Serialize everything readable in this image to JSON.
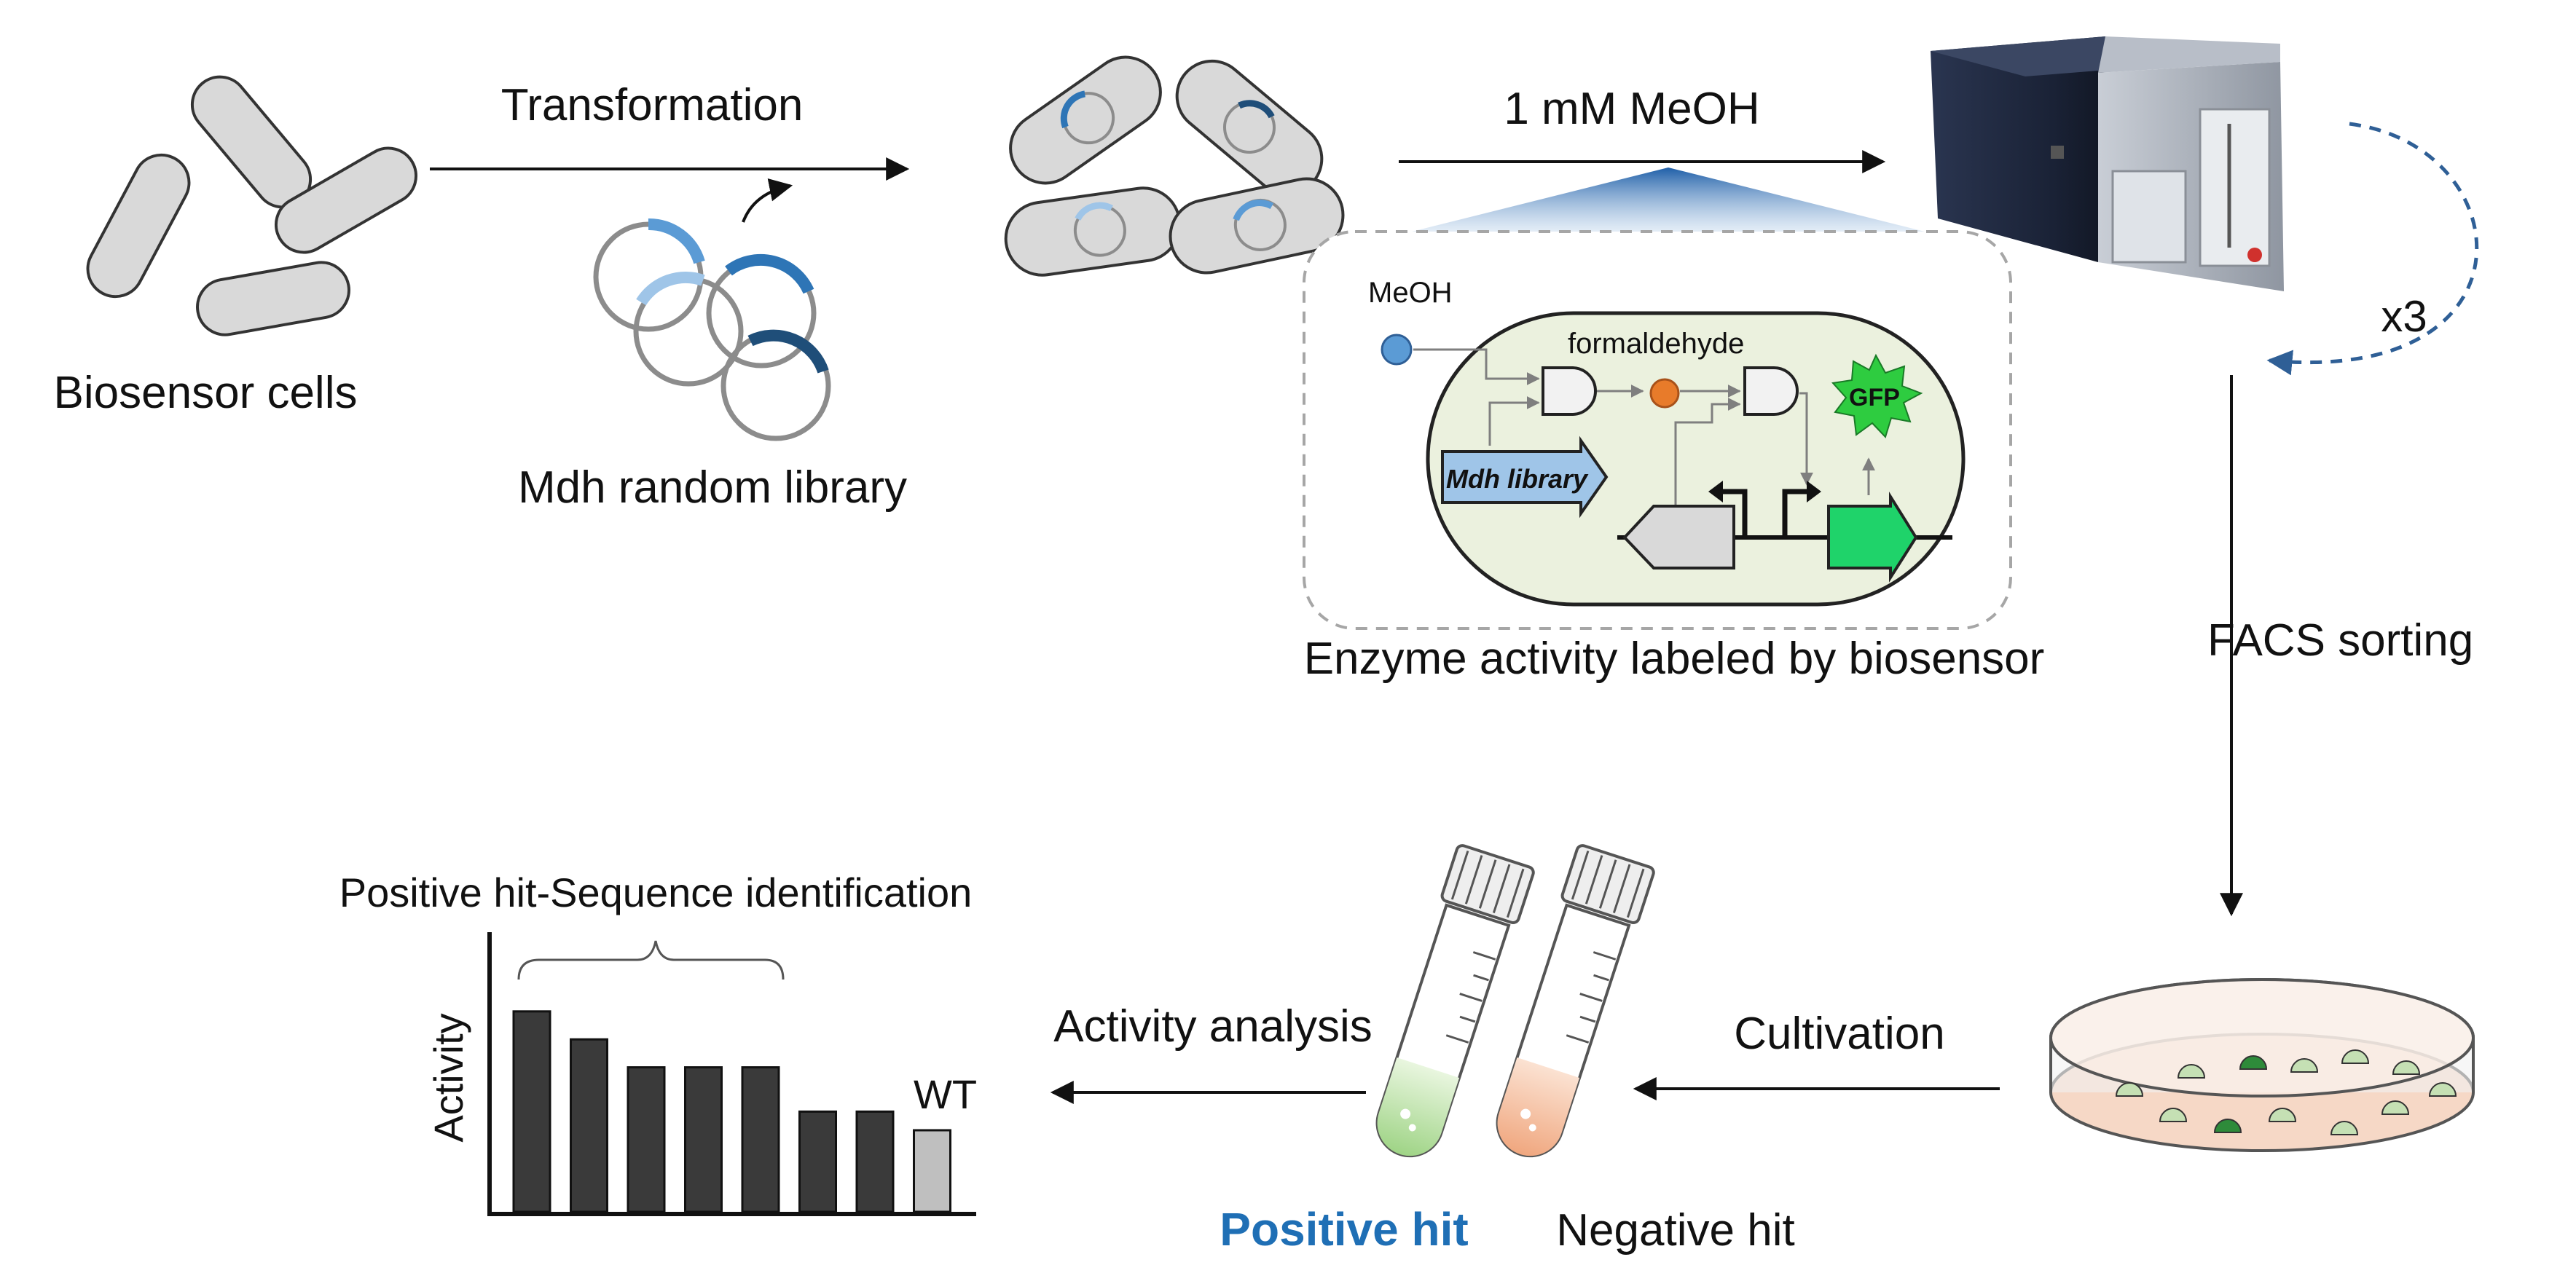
{
  "labels": {
    "biosensor_cells": "Biosensor cells",
    "transformation": "Transformation",
    "mdh_random_library": "Mdh random library",
    "methanol_condition": "1 mM MeOH",
    "repeat": "x3",
    "facs_sorting": "FACS sorting",
    "enzyme_activity": "Enzyme activity labeled by biosensor",
    "cultivation": "Cultivation",
    "activity_analysis": "Activity analysis",
    "positive_hit": "Positive hit",
    "negative_hit": "Negative hit",
    "sequence_identification": "Positive hit-Sequence identification"
  },
  "inset": {
    "meoh": "MeOH",
    "formaldehyde": "formaldehyde",
    "gfp": "GFP",
    "mdh_library": "Mdh library"
  },
  "colors": {
    "positive_hit": "#1f6fb5",
    "methanol_dot": "#5b9bd5",
    "formaldehyde_dot": "#e87b2a",
    "gfp": "#2ecc40",
    "reporter_gene": "#1fd36a",
    "cell_body": "#d9d9d9",
    "bar_dark": "#3a3a3a",
    "bar_wt": "#bfbfbf"
  },
  "chart_data": {
    "type": "bar",
    "categories": [
      "",
      "",
      "",
      "",
      "",
      "",
      "",
      "WT"
    ],
    "values": [
      0.86,
      0.74,
      0.62,
      0.62,
      0.62,
      0.43,
      0.43,
      0.35
    ],
    "ylabel": "Activity",
    "title": "Positive hit-Sequence identification"
  }
}
